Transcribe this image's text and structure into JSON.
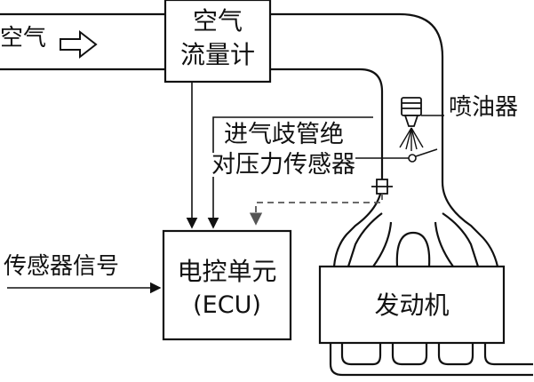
{
  "labels": {
    "air": "空气",
    "air_flow_meter_line1": "空气",
    "air_flow_meter_line2": "流量计",
    "injector": "喷油器",
    "map_sensor_line1": "进气歧管绝",
    "map_sensor_line2": "对压力传感器",
    "sensor_signal": "传感器信号",
    "ecu_line1": "电控单元",
    "ecu_line2": "(ECU)",
    "engine": "发动机"
  },
  "colors": {
    "stroke": "#111111",
    "dashed": "#555555",
    "background": "#ffffff"
  }
}
